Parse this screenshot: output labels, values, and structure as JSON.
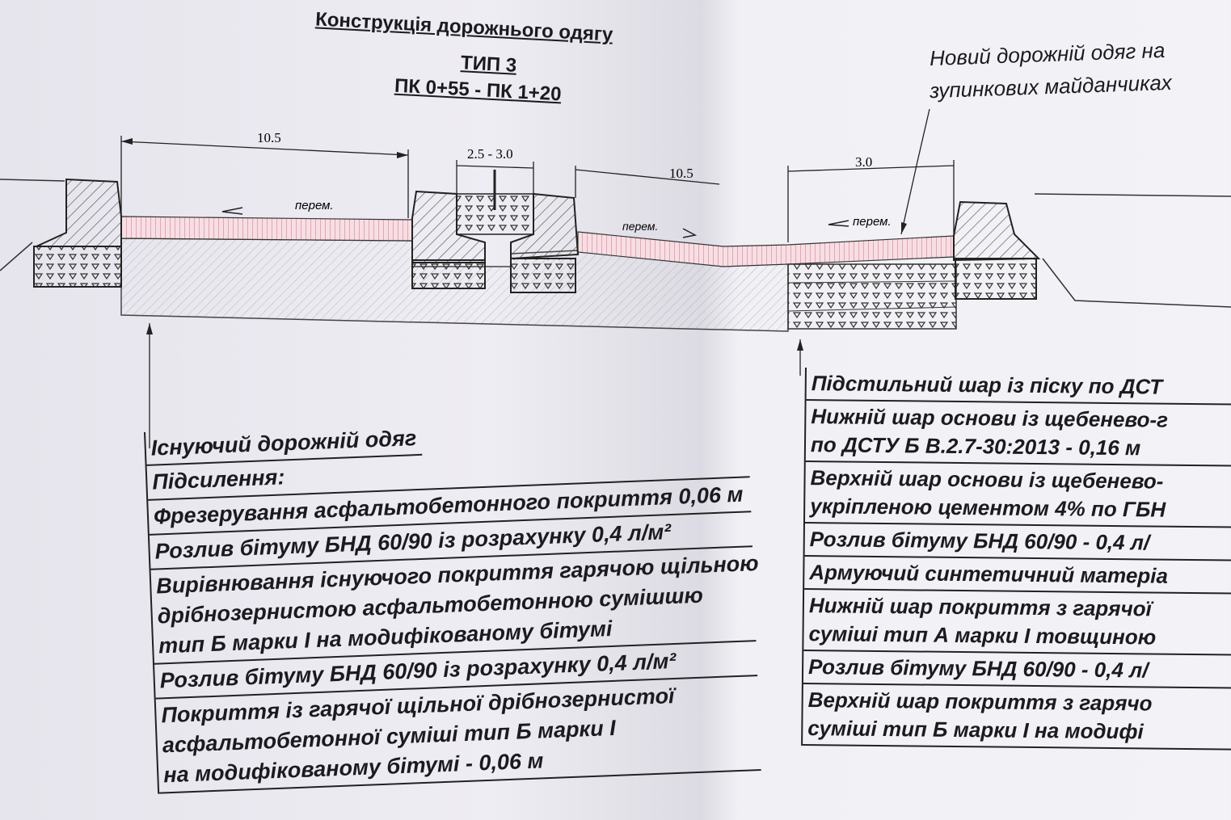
{
  "title": {
    "line1": "Конструкція дорожнього одягу",
    "line2": "ТИП 3",
    "line3": "ПК 0+55 - ПК 1+20"
  },
  "new_pavement_note": {
    "line1": "Новий дорожній одяг на",
    "line2": "зупинкових майданчиках"
  },
  "dimensions": {
    "left_carriageway": "10.5",
    "median": "2.5 - 3.0",
    "right_carriageway": "10.5",
    "bus_stop": "3.0"
  },
  "slope_labels": [
    "перем.",
    "перем.",
    "перем."
  ],
  "colors": {
    "asphalt_layer": "#e8a4b0",
    "line": "#222222"
  },
  "existing_pavement": {
    "heading": "Існуючий дорожній одяг",
    "rows": [
      {
        "lines": [
          "Підсилення:"
        ]
      },
      {
        "lines": [
          "Фрезерування асфальтобетонного покриття 0,06 м"
        ]
      },
      {
        "lines": [
          "Розлив бітуму БНД 60/90 із розрахунку 0,4 л/м²"
        ]
      },
      {
        "lines": [
          "Вирівнювання існуючого покриття гарячою щільною",
          "дрібнозернистою асфальтобетонною сумішшю",
          "тип Б марки І на модифікованому бітумі"
        ]
      },
      {
        "lines": [
          "Розлив бітуму БНД 60/90 із розрахунку 0,4 л/м²"
        ]
      },
      {
        "lines": [
          "Покриття із гарячої щільної дрібнозернистої",
          "асфальтобетонної суміші тип Б марки І",
          "на модифікованому бітумі - 0,06 м"
        ]
      }
    ]
  },
  "new_pavement": {
    "rows": [
      {
        "lines": [
          "Підстильний шар із піску по ДСТ"
        ]
      },
      {
        "lines": [
          "Нижній шар основи із щебенево-г",
          "по ДСТУ Б В.2.7-30:2013 - 0,16 м"
        ]
      },
      {
        "lines": [
          "Верхній шар основи із щебенево-",
          "укріпленою цементом 4% по ГБН"
        ]
      },
      {
        "lines": [
          "Розлив бітуму БНД 60/90 - 0,4 л/"
        ]
      },
      {
        "lines": [
          "Армуючий синтетичний матеріа"
        ]
      },
      {
        "lines": [
          "Нижній шар покриття з гарячої",
          "суміші тип А марки І  товщиною"
        ]
      },
      {
        "lines": [
          "Розлив бітуму БНД 60/90 - 0,4 л/"
        ]
      },
      {
        "lines": [
          "Верхній шар покриття з гарячо",
          "суміші тип Б марки І  на модифі"
        ]
      }
    ]
  }
}
